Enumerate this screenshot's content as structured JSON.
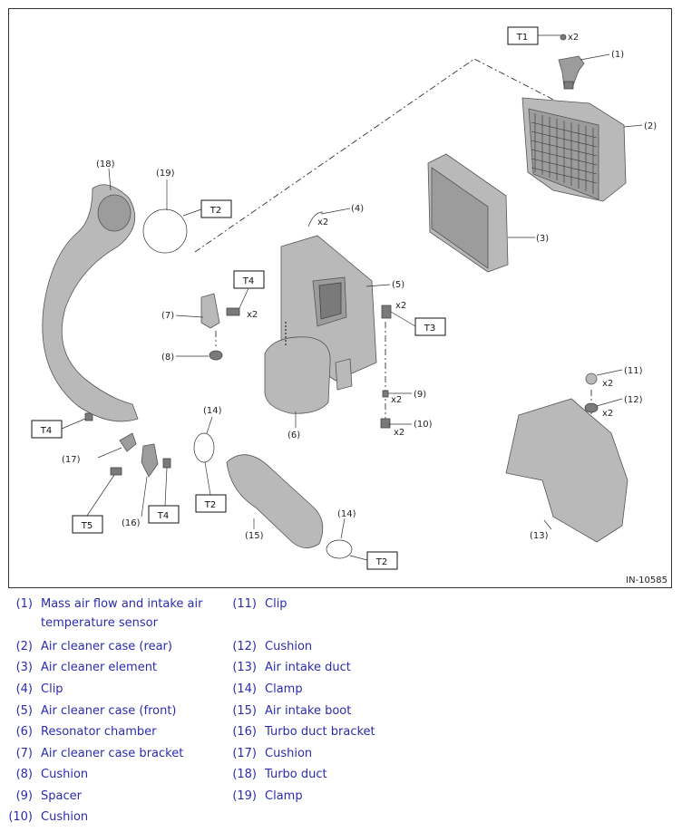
{
  "diagram": {
    "code": "IN-10585",
    "callouts": {
      "c1": "(1)",
      "c2": "(2)",
      "c3": "(3)",
      "c4": "(4)",
      "c5": "(5)",
      "c6": "(6)",
      "c7": "(7)",
      "c8": "(8)",
      "c9": "(9)",
      "c10": "(10)",
      "c11": "(11)",
      "c12": "(12)",
      "c13": "(13)",
      "c14a": "(14)",
      "c14b": "(14)",
      "c15": "(15)",
      "c16": "(16)",
      "c17": "(17)",
      "c18": "(18)",
      "c19": "(19)"
    },
    "torque_tags": {
      "t1": "T1",
      "t2a": "T2",
      "t2b": "T2",
      "t2c": "T2",
      "t3": "T3",
      "t4a": "T4",
      "t4b": "T4",
      "t4c": "T4",
      "t5": "T5"
    },
    "quantities": {
      "q1": "x2",
      "q4": "x2",
      "q7": "x2",
      "q5": "x2",
      "q9": "x2",
      "q10": "x2",
      "q11": "x2",
      "q12": "x2"
    }
  },
  "legend": [
    {
      "num": "(1)",
      "text": "Mass air flow and intake air temperature sensor"
    },
    {
      "num": "(2)",
      "text": "Air cleaner case (rear)"
    },
    {
      "num": "(3)",
      "text": "Air cleaner element"
    },
    {
      "num": "(4)",
      "text": "Clip"
    },
    {
      "num": "(5)",
      "text": "Air cleaner case (front)"
    },
    {
      "num": "(6)",
      "text": "Resonator chamber"
    },
    {
      "num": "(7)",
      "text": "Air cleaner case bracket"
    },
    {
      "num": "(8)",
      "text": "Cushion"
    },
    {
      "num": "(9)",
      "text": "Spacer"
    },
    {
      "num": "(10)",
      "text": "Cushion"
    },
    {
      "num": "(11)",
      "text": "Clip"
    },
    {
      "num": "(12)",
      "text": "Cushion"
    },
    {
      "num": "(13)",
      "text": "Air intake duct"
    },
    {
      "num": "(14)",
      "text": "Clamp"
    },
    {
      "num": "(15)",
      "text": "Air intake boot"
    },
    {
      "num": "(16)",
      "text": "Turbo duct bracket"
    },
    {
      "num": "(17)",
      "text": "Cushion"
    },
    {
      "num": "(18)",
      "text": "Turbo duct"
    },
    {
      "num": "(19)",
      "text": "Clamp"
    }
  ],
  "colors": {
    "legend_text": "#2b2bb0",
    "part_fill": "#b9b9b9",
    "frame": "#333333"
  }
}
